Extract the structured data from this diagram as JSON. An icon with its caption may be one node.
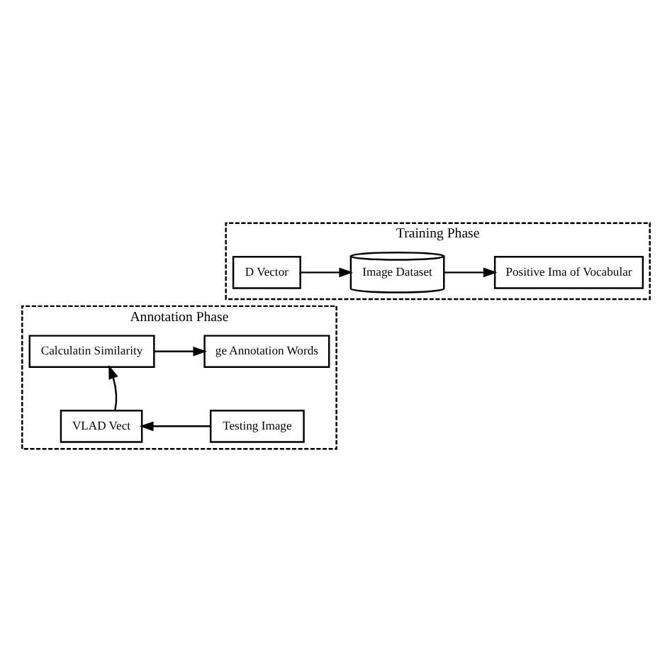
{
  "diagram": {
    "nodes": [
      {
        "text": [
          "Training Phase"
        ]
      },
      {
        "text": [
          "D Vector"
        ],
        "in": 0
      },
      {
        "text": [
          "Image Dataset"
        ],
        "in": 0
      },
      {
        "text": [
          "Positive Ima of Vocabular"
        ],
        "in": 0
      },
      {
        "text": [
          "Annotation Phase"
        ]
      },
      {
        "text": [
          "ge Annotation Words"
        ],
        "in": 4
      },
      {
        "text": [
          "Calculatin Similarity"
        ],
        "in": 4
      },
      {
        "text": [
          "Testing Image"
        ],
        "in": 4
      },
      {
        "text": [
          "VLAD Vect"
        ],
        "in": 4
      }
    ],
    "edges": [
      {
        "from": 1,
        "to": 2,
        "arrow": "to"
      },
      {
        "from": 2,
        "to": 3,
        "arrow": "to"
      },
      {
        "from": 7,
        "to": 8,
        "arrow": "to"
      },
      {
        "from": 8,
        "to": 6,
        "arrow": "to"
      },
      {
        "from": 6,
        "to": 5,
        "arrow": "to"
      }
    ]
  }
}
